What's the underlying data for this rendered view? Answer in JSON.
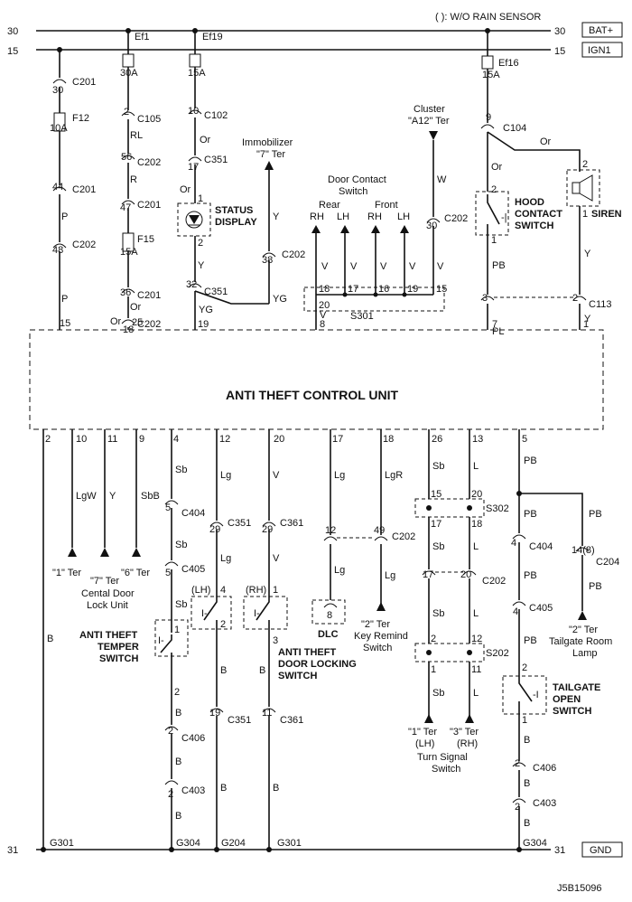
{
  "header": {
    "rain_note": "( ): W/O RAIN SENSOR",
    "left_30": "30",
    "left_15": "15",
    "right_30": "30",
    "right_15": "15",
    "bat": "BAT+",
    "ign": "IGN1"
  },
  "footer": {
    "left_31": "31",
    "right_31": "31",
    "gnd": "GND",
    "code": "J5B15096"
  },
  "unit": {
    "title": "ANTI THEFT CONTROL UNIT"
  },
  "fuses": {
    "ef1": "Ef1",
    "ef1_amp": "30A",
    "ef19": "Ef19",
    "ef19_amp": "15A",
    "ef16": "Ef16",
    "ef16_amp": "15A",
    "f12": "F12",
    "f12_amp": "10A",
    "f15": "F15",
    "f15_amp": "15A"
  },
  "connectors": {
    "c201_30": "30",
    "c201_a": "C201",
    "c201_44": "44",
    "c201_b": "C201",
    "c202_48": "48",
    "c202_a": "C202",
    "c105_2": "2",
    "c105": "C105",
    "c202_56": "56",
    "c202_b": "C202",
    "c201_47": "47",
    "c201_c": "C201",
    "c201_36": "36",
    "c201_d": "C201",
    "c202_18": "18",
    "c202_c": "C202",
    "c102_10": "10",
    "c102": "C102",
    "c351_17": "17",
    "c351_a": "C351",
    "c351_32": "32",
    "c351_b": "C351",
    "c202_38": "38",
    "c202_d": "C202",
    "c202_30": "30",
    "c202_e": "C202",
    "c104_9": "9",
    "c104": "C104",
    "c113_3": "3",
    "c113_2": "2",
    "c113": "C113",
    "c404_5": "5",
    "c404_a": "C404",
    "c405_5": "5",
    "c405_a": "C405",
    "c351_29a": "29",
    "c351_c": "C351",
    "c361_29": "29",
    "c361_a": "C361",
    "c202_12": "12",
    "c202_49": "49",
    "c202_f": "C202",
    "c202_17": "17",
    "c202_20": "20",
    "c202_g": "C202",
    "c404_4": "4",
    "c404_b": "C404",
    "c405_4": "4",
    "c405_b": "C405",
    "c204_14": "14(8)",
    "c204": "C204",
    "c406_2a": "2",
    "c406_a": "C406",
    "c403_2a": "2",
    "c403_a": "C403",
    "c351_19": "19",
    "c351_d": "C351",
    "c361_11": "11",
    "c361_b": "C361",
    "c406_2b": "2",
    "c406_b": "C406",
    "c403_2b": "2",
    "c403_b": "C403"
  },
  "pins_top": [
    "15",
    "25",
    "19",
    "8",
    "7",
    "1"
  ],
  "pins_bottom": [
    "2",
    "10",
    "11",
    "9",
    "4",
    "12",
    "20",
    "17",
    "18",
    "26",
    "13",
    "5"
  ],
  "wires": {
    "p": "P",
    "rl": "RL",
    "r": "R",
    "or": "Or",
    "y": "Y",
    "yg": "YG",
    "w": "W",
    "v": "V",
    "pb": "PB",
    "pl": "PL",
    "lgw": "LgW",
    "sbb": "SbB",
    "sb": "Sb",
    "lg": "Lg",
    "lgr": "LgR",
    "l": "L",
    "b": "B"
  },
  "components": {
    "status_1": "STATUS",
    "status_2": "DISPLAY",
    "hood_1": "HOOD",
    "hood_2": "CONTACT",
    "hood_3": "SWITCH",
    "siren": "SIREN",
    "dlc": "DLC",
    "tamper_1": "ANTI THEFT",
    "tamper_2": "TEMPER",
    "tamper_3": "SWITCH",
    "door_1": "ANTI THEFT",
    "door_2": "DOOR LOCKING",
    "door_3": "SWITCH",
    "tailgate_1": "TAILGATE",
    "tailgate_2": "OPEN",
    "tailgate_3": "SWITCH",
    "door_contact_1": "Door Contact",
    "door_contact_2": "Switch",
    "rear": "Rear",
    "front": "Front",
    "rh": "RH",
    "lh": "LH",
    "lh_paren": "(LH)",
    "rh_paren": "(RH)"
  },
  "splices": {
    "s301": "S301",
    "s302": "S302",
    "s202": "S202"
  },
  "refs": {
    "immob_1": "Immobilizer",
    "immob_2": "\"7\" Ter",
    "cluster_1": "Cluster",
    "cluster_2": "\"A12\" Ter",
    "t1": "\"1\" Ter",
    "t7": "\"7\" Ter",
    "t6": "\"6\" Ter",
    "cdl_1": "Cental Door",
    "cdl_2": "Lock Unit",
    "key_1": "\"2\" Ter",
    "key_2": "Key Remind",
    "key_3": "Switch",
    "ts_l1": "\"1\" Ter",
    "ts_l2": "(LH)",
    "ts_r1": "\"3\" Ter",
    "ts_r2": "(RH)",
    "ts_1": "Turn Signal",
    "ts_2": "Switch",
    "room_1": "\"2\" Ter",
    "room_2": "Tailgate Room",
    "room_3": "Lamp"
  },
  "grounds": {
    "g301a": "G301",
    "g304a": "G304",
    "g204": "G204",
    "g301b": "G301",
    "g304b": "G304"
  }
}
